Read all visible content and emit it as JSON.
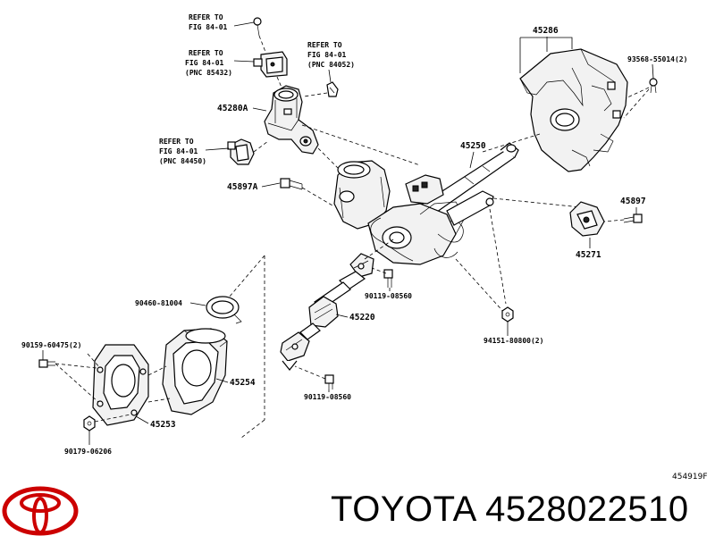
{
  "diagram": {
    "labels": {
      "refer_1": [
        "REFER TO",
        "FIG 84-01"
      ],
      "refer_2": [
        "REFER TO",
        "FIG 84-01",
        "(PNC 85432)"
      ],
      "refer_3": [
        "REFER TO",
        "FIG 84-01",
        "(PNC 84052)"
      ],
      "refer_4": [
        "REFER TO",
        "FIG 84-01",
        "(PNC 84450)"
      ],
      "p45286": "45286",
      "p93568": "93568-55014(2)",
      "p45280A": "45280A",
      "p45250": "45250",
      "p45897A": "45897A",
      "p45897": "45897",
      "p45271": "45271",
      "p90460": "90460-81004",
      "p90119a": "90119-08560",
      "p45220": "45220",
      "p94151": "94151-80800(2)",
      "p90159": "90159-60475(2)",
      "p45254": "45254",
      "p90119b": "90119-08560",
      "p45253": "45253",
      "p90179": "90179-06206"
    },
    "illustration_id": "454919F"
  },
  "footer": {
    "brand_part_number": "TOYOTA 4528022510",
    "logo_color": "#cc0000"
  }
}
